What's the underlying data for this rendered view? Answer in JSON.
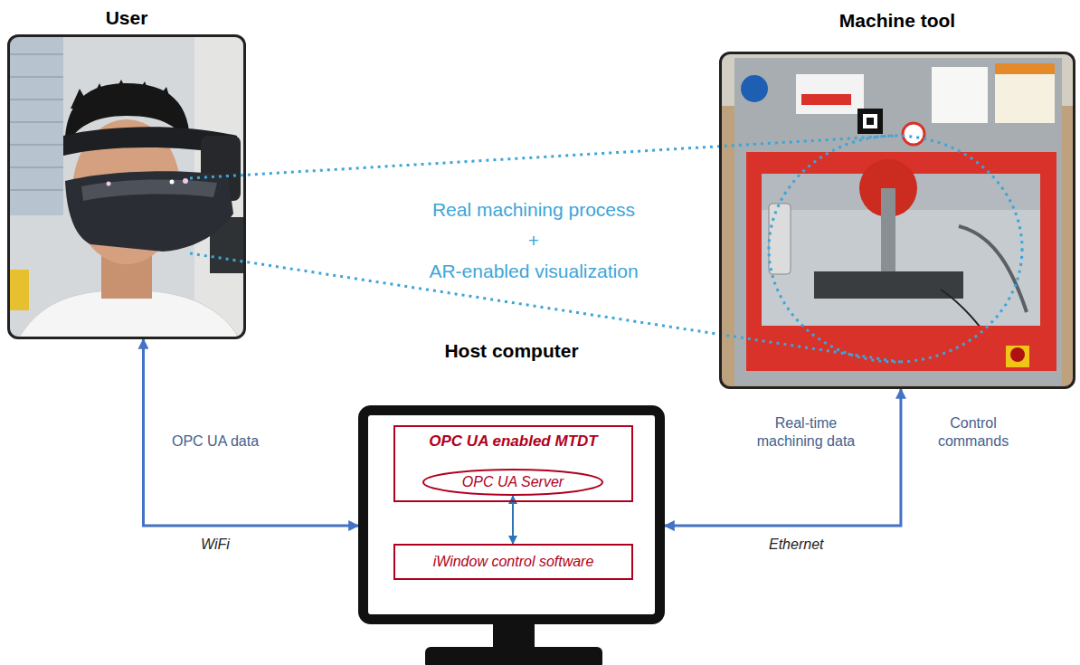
{
  "diagram": {
    "nodes": [
      {
        "text": [
          "User"
        ]
      },
      {
        "text": [
          "Machine tool"
        ]
      },
      {
        "text": [
          "Host computer"
        ]
      },
      {
        "text": [
          "OPC UA enabled MTDT"
        ],
        "in": 2
      },
      {
        "text": [
          "OPC UA Server"
        ],
        "in": 3
      },
      {
        "text": [
          "iWindow control software"
        ],
        "in": 2
      }
    ],
    "edges": [
      {
        "from": 0,
        "to": 2,
        "label": "OPC UA data",
        "arrow": "both"
      },
      {
        "from": 2,
        "to": 1,
        "label": "Real-time machining data",
        "arrow": "both"
      },
      {
        "from": 4,
        "to": 5,
        "arrow": "both"
      }
    ],
    "labels": [
      "Real machining process",
      "+",
      "AR-enabled visualization",
      "WiFi",
      "Control commands",
      "Ethernet"
    ]
  }
}
